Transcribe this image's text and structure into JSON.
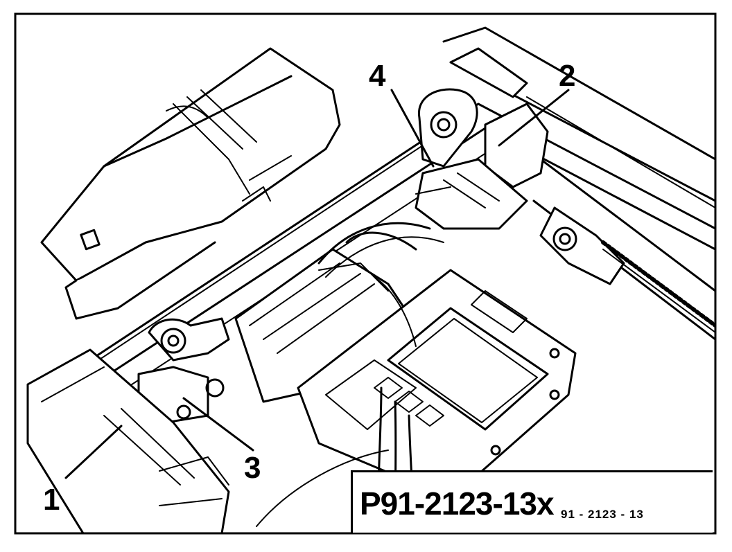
{
  "callouts": {
    "one": "1",
    "two": "2",
    "three": "3",
    "four": "4"
  },
  "reference": {
    "main": "P91-2123-13x",
    "small": "91 - 2123 - 13"
  }
}
